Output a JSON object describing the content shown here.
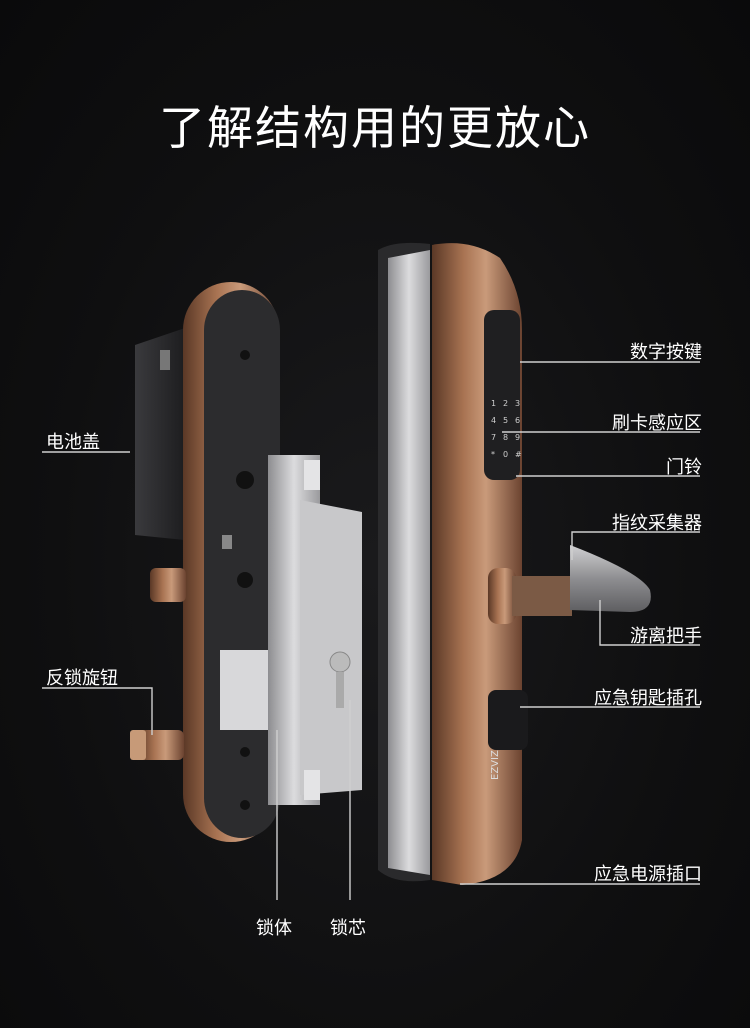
{
  "title": "了解结构用的更放心",
  "labels": {
    "battery_cover": "电池盖",
    "anti_lock_knob": "反锁旋钮",
    "lock_body": "锁体",
    "lock_cylinder": "锁芯",
    "keypad": "数字按键",
    "card_area": "刷卡感应区",
    "doorbell": "门铃",
    "fingerprint": "指纹采集器",
    "handle": "游离把手",
    "key_hole": "应急钥匙插孔",
    "power_port": "应急电源插口"
  },
  "brand": "EZVIZ",
  "keypad_digits": [
    "1",
    "2",
    "3",
    "4",
    "5",
    "6",
    "7",
    "8",
    "9",
    "*",
    "0",
    "#"
  ],
  "colors": {
    "bronze": "#8a5a3e",
    "bronze_light": "#b98566",
    "panel_dark": "#2a2a2c",
    "steel": "#c9c9cb"
  }
}
